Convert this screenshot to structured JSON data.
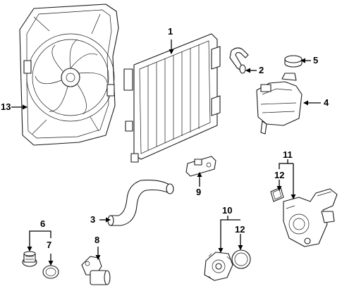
{
  "callouts": {
    "c1": "1",
    "c2": "2",
    "c3": "3",
    "c4": "4",
    "c5": "5",
    "c6": "6",
    "c7": "7",
    "c8": "8",
    "c9": "9",
    "c10": "10",
    "c11": "11",
    "c12a": "12",
    "c12b": "12",
    "c13": "13"
  }
}
